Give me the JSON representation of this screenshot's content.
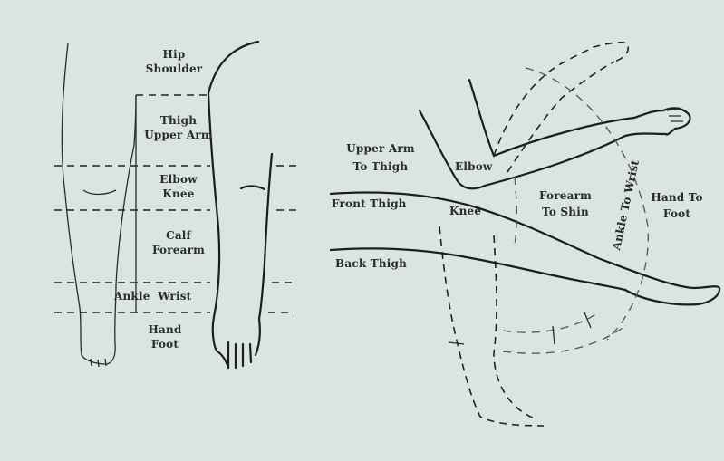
{
  "left_figure": {
    "hip_shoulder": [
      "Hip",
      "Shoulder"
    ],
    "thigh_upperarm": [
      "Thigh",
      "Upper Arm"
    ],
    "elbow_knee": [
      "Elbow",
      "Knee"
    ],
    "calf_forearm": [
      "Calf",
      "Forearm"
    ],
    "ankle_wrist": "Ankle  Wrist",
    "hand_foot": [
      "Hand",
      "Foot"
    ]
  },
  "right_figure": {
    "upper_arm_to_thigh": [
      "Upper Arm",
      "To Thigh"
    ],
    "elbow": "Elbow",
    "front_thigh": "Front Thigh",
    "knee": "Knee",
    "forearm_to_shin": [
      "Forearm",
      "To Shin"
    ],
    "ankle_to_wrist": "Ankle To Wrist",
    "hand_to_foot": [
      "Hand To",
      "Foot"
    ],
    "back_thigh": "Back Thigh"
  },
  "colors": {
    "background": "#d9e4e3",
    "ink": "#1d1d1d"
  }
}
